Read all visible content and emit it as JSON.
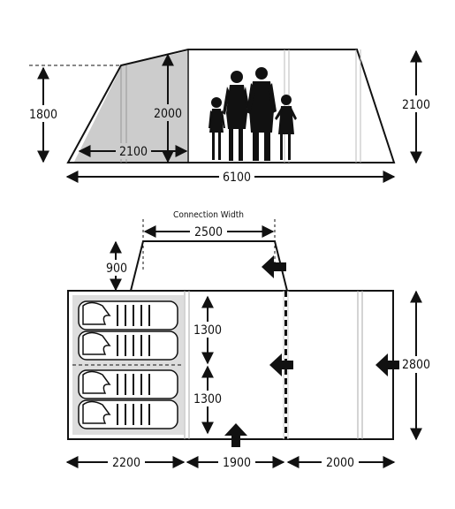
{
  "side_view": {
    "annex_height": "1800",
    "inner_height": "2000",
    "total_height": "2100",
    "annex_width": "2100",
    "total_length": "6100"
  },
  "floor_plan": {
    "connection_caption": "Connection Width",
    "connection_width": "2500",
    "extension_depth": "900",
    "bedroom_half_1": "1300",
    "bedroom_half_2": "1300",
    "total_width": "2800",
    "bedroom_length": "2200",
    "middle_length": "1900",
    "porch_length": "2000"
  },
  "colors": {
    "outline": "#111111",
    "shade": "#cccccc",
    "bed": "#dddddd",
    "divider": "#aaaaaa"
  }
}
